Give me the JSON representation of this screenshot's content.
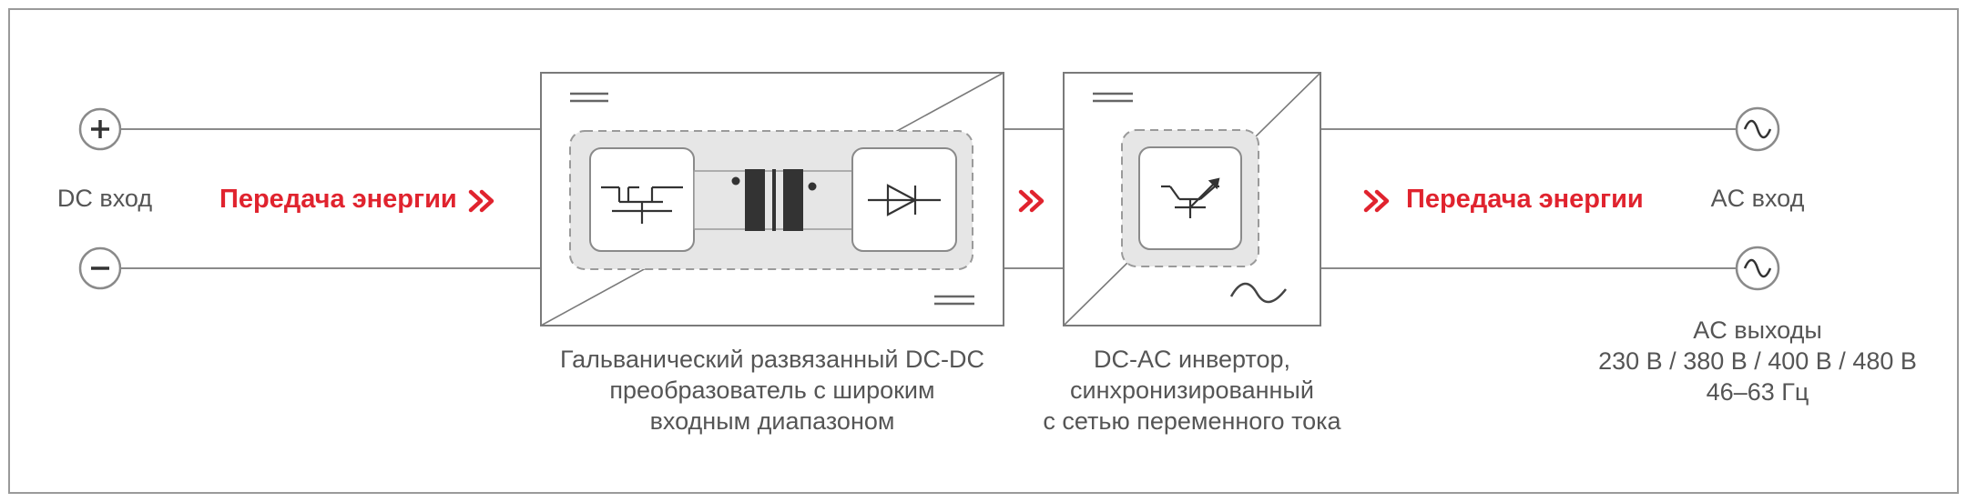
{
  "colors": {
    "accent": "#e0232e",
    "line": "#8a8a8a",
    "text": "#555555",
    "border": "#9a9a9a",
    "module_fill": "#e8e8e8",
    "transformer": "#333333"
  },
  "icons": {
    "plus": "plus-icon",
    "minus": "minus-icon",
    "ac_in": "ac-sine-icon",
    "ac_out": "ac-sine-icon",
    "flow": "double-chevron-right-icon"
  },
  "labels": {
    "dc_input": "DC вход",
    "power_transfer_left": "Передача энергии",
    "power_transfer_right": "Передача энергии",
    "ac_input": "AC вход",
    "ac_outputs": [
      "AC выходы",
      "230 В / 380 В / 400 В / 480 В",
      "46–63 Гц"
    ],
    "dcdc_caption": [
      "Гальванический развязанный DC-DC",
      "преобразователь с широким",
      "входным диапазоном"
    ],
    "dcac_caption": [
      "DC-AC инвертор,",
      "синхронизированный",
      "с сетью переменного тока"
    ]
  }
}
